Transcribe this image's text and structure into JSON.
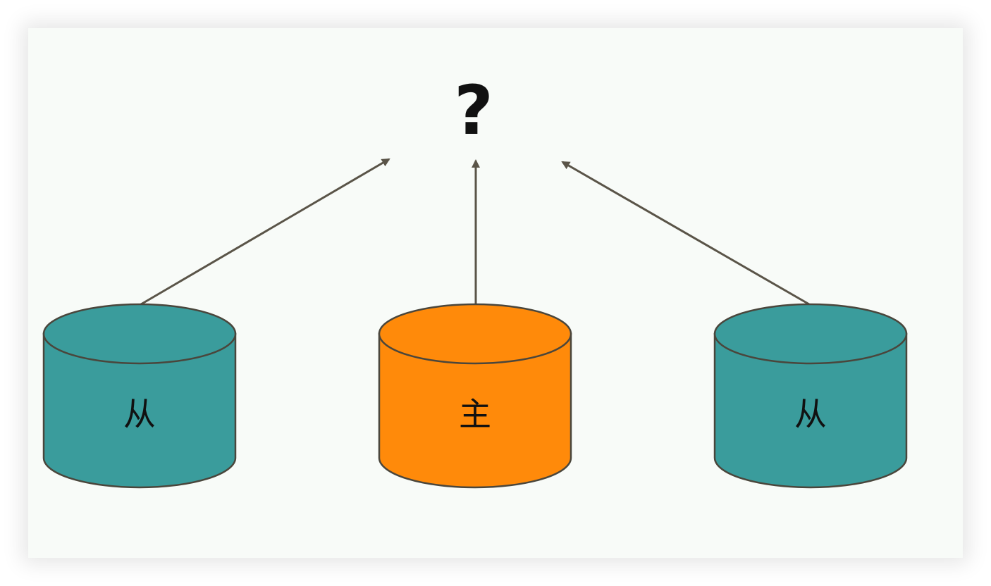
{
  "diagram": {
    "question": "?",
    "nodes": [
      {
        "id": "left",
        "label": "从",
        "role": "replica",
        "color": "#3a9c9c"
      },
      {
        "id": "center",
        "label": "主",
        "role": "primary",
        "color": "#ff8a0a"
      },
      {
        "id": "right",
        "label": "从",
        "role": "replica",
        "color": "#3a9c9c"
      }
    ],
    "edges": [
      {
        "from": "left",
        "to": "question"
      },
      {
        "from": "center",
        "to": "question"
      },
      {
        "from": "right",
        "to": "question"
      }
    ],
    "colors": {
      "outline": "#4a463c",
      "arrow": "#5a5448",
      "background": "#f8fbf8"
    }
  }
}
